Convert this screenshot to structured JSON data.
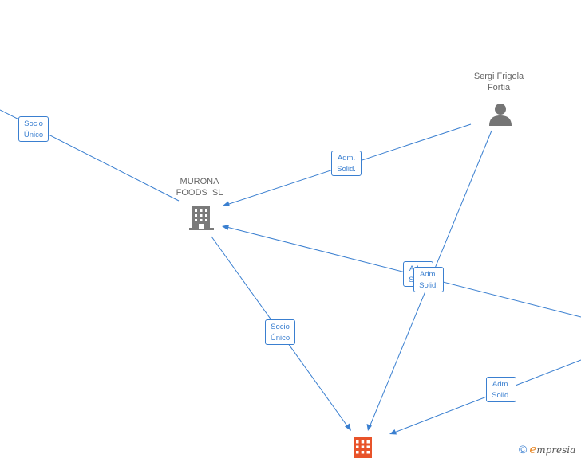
{
  "colors": {
    "edge": "#3a7fd0",
    "company_gray": "#7a7a7a",
    "company_highlight": "#e8532a",
    "person": "#757575",
    "watermark_e": "#e8892a"
  },
  "nodes": {
    "murona": {
      "label_line1": "MURONA",
      "label_line2": "FOODS  SL",
      "icon": "building-icon"
    },
    "sergi": {
      "label_line1": "Sergi Frigola",
      "label_line2": "Fortia",
      "icon": "person-icon"
    },
    "target": {
      "icon": "building-icon"
    }
  },
  "edge_labels": {
    "socio_top": {
      "line1": "Socio",
      "line2": "Único"
    },
    "adm_sergi_murona": {
      "line1": "Adm.",
      "line2": "Solid."
    },
    "adm_right_murona": {
      "line1": "Adm.",
      "line2": "Solid."
    },
    "adm_sergi_target": {
      "line1": "Adm.",
      "line2": "Solid."
    },
    "socio_murona_target": {
      "line1": "Socio",
      "line2": "Único"
    },
    "adm_right_target": {
      "line1": "Adm.",
      "line2": "Solid."
    }
  },
  "watermark": {
    "copyright": "©",
    "e": "e",
    "brand": "mpresia"
  }
}
